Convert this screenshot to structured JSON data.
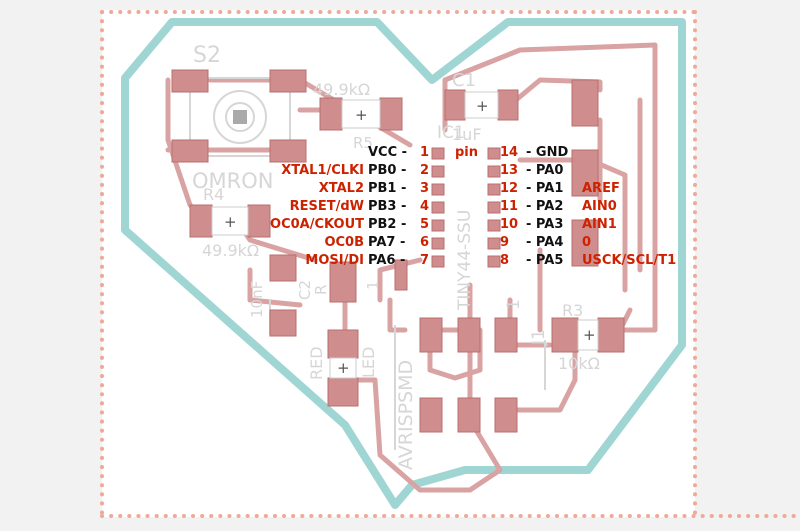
{
  "colors": {
    "background": "#f2f2f2",
    "board": "#ffffff",
    "outline": "#9fd6d4",
    "trace": "#d9a3a3",
    "pad": "#d08d8d",
    "silk": "#d6d6d6",
    "border_dots": "#eeaa99",
    "label_red": "#cc2200",
    "label_black": "#111111"
  },
  "silkscreen": {
    "s2": "S2",
    "omron": "OMRON",
    "r5_value": "49.9kΩ",
    "r5": "R5",
    "c1": "C1",
    "c1_value": "1uF",
    "ic1": "IC1",
    "ic1_part": "TINY44-SSU",
    "r4": "R4",
    "r4_value": "49.9kΩ",
    "cap_value": "10nF",
    "c2": "C2",
    "r_small": "R",
    "one": "1",
    "red": "RED",
    "led": "LED",
    "avrispsmd": "AVRISPSMD",
    "j1": "J1",
    "r3": "R3",
    "r3_value": "10kΩ",
    "plus": "+"
  },
  "pinout": {
    "header": {
      "vcc": "VCC -",
      "pin": "pin",
      "gnd": "- GND"
    },
    "left": [
      {
        "func": "",
        "port": "VCC -",
        "num": "1"
      },
      {
        "func": "XTAL1/CLKI",
        "port": "PB0 -",
        "num": "2"
      },
      {
        "func": "XTAL2",
        "port": "PB1 -",
        "num": "3"
      },
      {
        "func": "RESET/dW",
        "port": "PB3 -",
        "num": "4"
      },
      {
        "func": "OC0A/CKOUT",
        "port": "PB2 -",
        "num": "5"
      },
      {
        "func": "OC0B",
        "port": "PA7 -",
        "num": "6"
      },
      {
        "func": "MOSI/DI",
        "port": "PA6 -",
        "num": "7"
      }
    ],
    "right": [
      {
        "num": "14",
        "port": "- GND",
        "func": ""
      },
      {
        "num": "13",
        "port": "- PA0",
        "func": ""
      },
      {
        "num": "12",
        "port": "- PA1",
        "func": "AREF"
      },
      {
        "num": "11",
        "port": "- PA2",
        "func": "AIN0"
      },
      {
        "num": "10",
        "port": "- PA3",
        "func": "AIN1"
      },
      {
        "num": "9",
        "port": "- PA4",
        "func": "0"
      },
      {
        "num": "8",
        "port": "- PA5",
        "func": "USCK/SCL/T1"
      }
    ]
  }
}
